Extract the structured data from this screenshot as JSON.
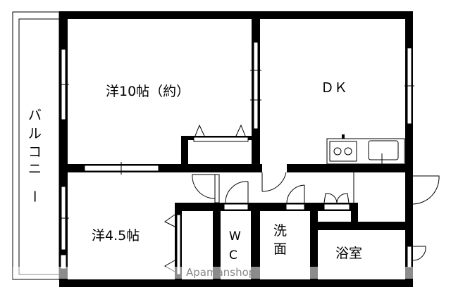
{
  "floorplan": {
    "rooms": {
      "western_10": "洋10帖（約）",
      "dk": "ＤＫ",
      "western_4_5": "洋4.5帖",
      "wc_w": "W",
      "wc_c": "C",
      "washroom_1": "洗",
      "washroom_2": "面",
      "bathroom": "浴室"
    },
    "balcony_chars": [
      "バ",
      "ル",
      "コ",
      "ニ",
      "ー"
    ],
    "watermark": "Apamanshop"
  }
}
